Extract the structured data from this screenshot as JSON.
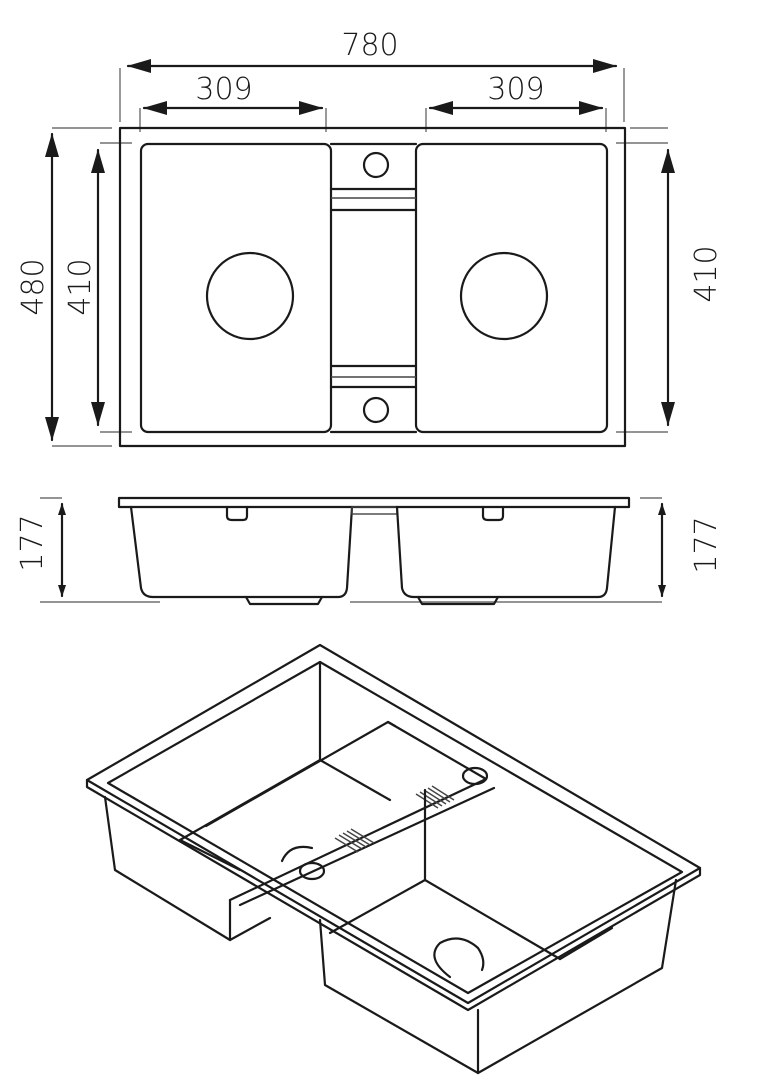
{
  "drawing": {
    "title": "Double bowl sink technical drawing",
    "units": "mm",
    "stroke_color": "#1a1a1a",
    "background": "#ffffff"
  },
  "top_view": {
    "overall_width": "780",
    "bowl_left_width": "309",
    "bowl_right_width": "309",
    "overall_depth": "480",
    "bowl_left_depth": "410",
    "bowl_right_depth": "410"
  },
  "side_view": {
    "bowl_height_left": "177",
    "bowl_height_right": "177"
  },
  "iso_view": {
    "label": "isometric-view"
  }
}
